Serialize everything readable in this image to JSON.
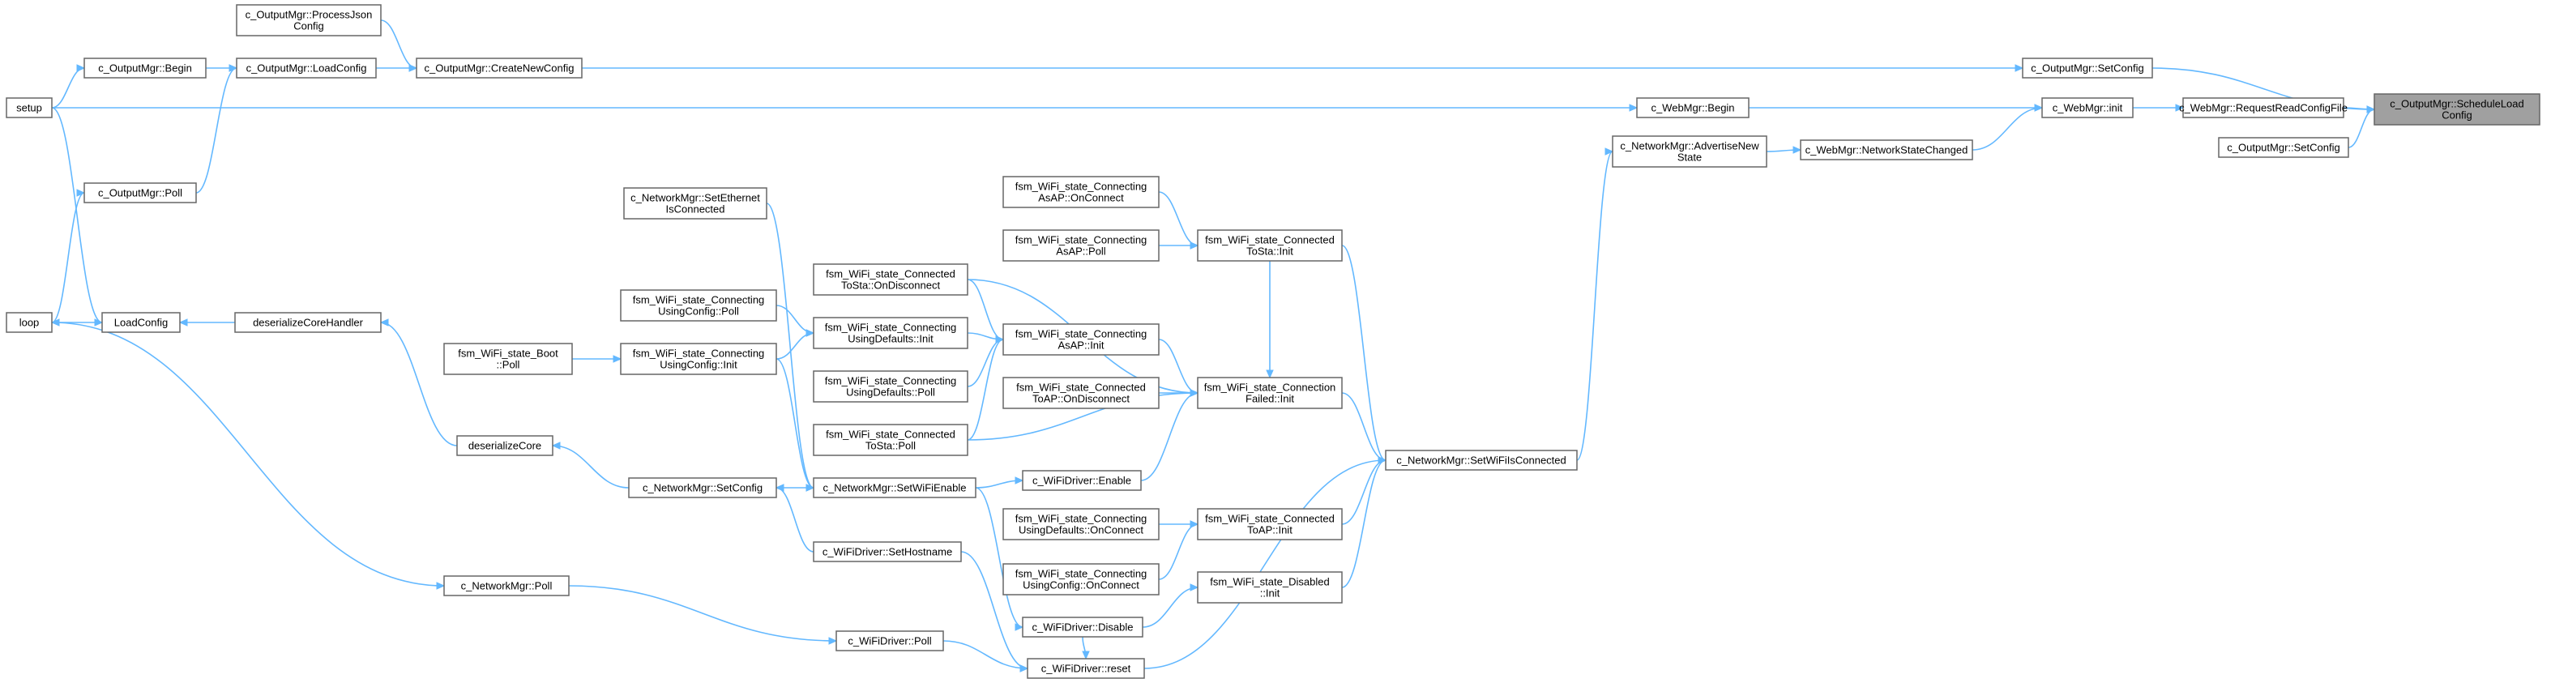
{
  "graph": {
    "title": "",
    "colors": {
      "edge": "#63b8ff",
      "node_border": "#666666",
      "root_fill": "#a0a0a0",
      "node_fill": "#ffffff"
    },
    "nodes": [
      {
        "id": "schedule",
        "lines": [
          "c_OutputMgr::ScheduleLoad",
          "Config"
        ],
        "root": true
      },
      {
        "id": "setconfig_top",
        "lines": [
          "c_OutputMgr::SetConfig"
        ]
      },
      {
        "id": "setconfig_right",
        "lines": [
          "c_OutputMgr::SetConfig"
        ]
      },
      {
        "id": "requestread",
        "lines": [
          "c_WebMgr::RequestReadConfigFile"
        ]
      },
      {
        "id": "webmgr_init",
        "lines": [
          "c_WebMgr::init"
        ]
      },
      {
        "id": "webmgr_begin",
        "lines": [
          "c_WebMgr::Begin"
        ]
      },
      {
        "id": "netstatechanged",
        "lines": [
          "c_WebMgr::NetworkStateChanged"
        ]
      },
      {
        "id": "advertise",
        "lines": [
          "c_NetworkMgr::AdvertiseNew",
          "State"
        ]
      },
      {
        "id": "setwifi_connected",
        "lines": [
          "c_NetworkMgr::SetWiFiIsConnected"
        ]
      },
      {
        "id": "createnew",
        "lines": [
          "c_OutputMgr::CreateNewConfig"
        ]
      },
      {
        "id": "processjson",
        "lines": [
          "c_OutputMgr::ProcessJson",
          "Config"
        ]
      },
      {
        "id": "loadconfig_om",
        "lines": [
          "c_OutputMgr::LoadConfig"
        ]
      },
      {
        "id": "om_begin",
        "lines": [
          "c_OutputMgr::Begin"
        ]
      },
      {
        "id": "om_poll",
        "lines": [
          "c_OutputMgr::Poll"
        ]
      },
      {
        "id": "setup",
        "lines": [
          "setup"
        ]
      },
      {
        "id": "loop",
        "lines": [
          "loop"
        ]
      },
      {
        "id": "loadconfig",
        "lines": [
          "LoadConfig"
        ]
      },
      {
        "id": "deser_handler",
        "lines": [
          "deserializeCoreHandler"
        ]
      },
      {
        "id": "deser_core",
        "lines": [
          "deserializeCore"
        ]
      },
      {
        "id": "nm_setconfig",
        "lines": [
          "c_NetworkMgr::SetConfig"
        ]
      },
      {
        "id": "nm_setwifienable",
        "lines": [
          "c_NetworkMgr::SetWiFiEnable"
        ]
      },
      {
        "id": "nm_seteth",
        "lines": [
          "c_NetworkMgr::SetEthernet",
          "IsConnected"
        ]
      },
      {
        "id": "nm_poll",
        "lines": [
          "c_NetworkMgr::Poll"
        ]
      },
      {
        "id": "wd_sethostname",
        "lines": [
          "c_WiFiDriver::SetHostname"
        ]
      },
      {
        "id": "wd_poll",
        "lines": [
          "c_WiFiDriver::Poll"
        ]
      },
      {
        "id": "wd_reset",
        "lines": [
          "c_WiFiDriver::reset"
        ]
      },
      {
        "id": "wd_enable",
        "lines": [
          "c_WiFiDriver::Enable"
        ]
      },
      {
        "id": "wd_disable",
        "lines": [
          "c_WiFiDriver::Disable"
        ]
      },
      {
        "id": "boot_poll",
        "lines": [
          "fsm_WiFi_state_Boot",
          "::Poll"
        ]
      },
      {
        "id": "cuc_poll",
        "lines": [
          "fsm_WiFi_state_Connecting",
          "UsingConfig::Poll"
        ]
      },
      {
        "id": "cuc_init",
        "lines": [
          "fsm_WiFi_state_Connecting",
          "UsingConfig::Init"
        ]
      },
      {
        "id": "cts_ondisconnect",
        "lines": [
          "fsm_WiFi_state_Connected",
          "ToSta::OnDisconnect"
        ]
      },
      {
        "id": "cud_init",
        "lines": [
          "fsm_WiFi_state_Connecting",
          "UsingDefaults::Init"
        ]
      },
      {
        "id": "cud_poll",
        "lines": [
          "fsm_WiFi_state_Connecting",
          "UsingDefaults::Poll"
        ]
      },
      {
        "id": "cts_poll",
        "lines": [
          "fsm_WiFi_state_Connected",
          "ToSta::Poll"
        ]
      },
      {
        "id": "caa_onconnect",
        "lines": [
          "fsm_WiFi_state_Connecting",
          "AsAP::OnConnect"
        ]
      },
      {
        "id": "caa_poll",
        "lines": [
          "fsm_WiFi_state_Connecting",
          "AsAP::Poll"
        ]
      },
      {
        "id": "caa_init",
        "lines": [
          "fsm_WiFi_state_Connecting",
          "AsAP::Init"
        ]
      },
      {
        "id": "cta_ondisconnect",
        "lines": [
          "fsm_WiFi_state_Connected",
          "ToAP::OnDisconnect"
        ]
      },
      {
        "id": "cts_init",
        "lines": [
          "fsm_WiFi_state_Connected",
          "ToSta::Init"
        ]
      },
      {
        "id": "cf_init",
        "lines": [
          "fsm_WiFi_state_Connection",
          "Failed::Init"
        ]
      },
      {
        "id": "cud_onconnect",
        "lines": [
          "fsm_WiFi_state_Connecting",
          "UsingDefaults::OnConnect"
        ]
      },
      {
        "id": "cuc_onconnect",
        "lines": [
          "fsm_WiFi_state_Connecting",
          "UsingConfig::OnConnect"
        ]
      },
      {
        "id": "cta_init",
        "lines": [
          "fsm_WiFi_state_Connected",
          "ToAP::Init"
        ]
      },
      {
        "id": "disabled_init",
        "lines": [
          "fsm_WiFi_state_Disabled",
          "::Init"
        ]
      }
    ],
    "edges": [
      [
        "setconfig_top",
        "schedule"
      ],
      [
        "setconfig_right",
        "schedule"
      ],
      [
        "requestread",
        "schedule"
      ],
      [
        "webmgr_init",
        "requestread"
      ],
      [
        "webmgr_begin",
        "webmgr_init"
      ],
      [
        "netstatechanged",
        "webmgr_init"
      ],
      [
        "advertise",
        "netstatechanged"
      ],
      [
        "setwifi_connected",
        "advertise"
      ],
      [
        "createnew",
        "setconfig_top"
      ],
      [
        "processjson",
        "createnew"
      ],
      [
        "loadconfig_om",
        "createnew"
      ],
      [
        "om_begin",
        "loadconfig_om"
      ],
      [
        "om_poll",
        "loadconfig_om"
      ],
      [
        "setup",
        "om_begin"
      ],
      [
        "setup",
        "webmgr_begin"
      ],
      [
        "setup",
        "loadconfig"
      ],
      [
        "loop",
        "om_poll"
      ],
      [
        "loop",
        "nm_poll"
      ],
      [
        "loadconfig",
        "loop"
      ],
      [
        "deser_handler",
        "loadconfig"
      ],
      [
        "deser_core",
        "deser_handler"
      ],
      [
        "nm_setconfig",
        "deser_core"
      ],
      [
        "nm_setwifienable",
        "nm_setconfig"
      ],
      [
        "wd_sethostname",
        "nm_setconfig"
      ],
      [
        "nm_seteth",
        "nm_setwifienable"
      ],
      [
        "cuc_init",
        "nm_setwifienable"
      ],
      [
        "boot_poll",
        "cuc_init"
      ],
      [
        "cuc_poll",
        "cud_init"
      ],
      [
        "cuc_init",
        "cud_init"
      ],
      [
        "cts_ondisconnect",
        "caa_init"
      ],
      [
        "cud_init",
        "caa_init"
      ],
      [
        "cud_poll",
        "caa_init"
      ],
      [
        "cts_poll",
        "caa_init"
      ],
      [
        "caa_onconnect",
        "cts_init"
      ],
      [
        "caa_poll",
        "cts_init"
      ],
      [
        "cts_ondisconnect",
        "cf_init"
      ],
      [
        "caa_init",
        "cf_init"
      ],
      [
        "cta_ondisconnect",
        "cf_init"
      ],
      [
        "cts_poll",
        "cf_init"
      ],
      [
        "cts_init",
        "cf_init"
      ],
      [
        "wd_enable",
        "cf_init"
      ],
      [
        "nm_setwifienable",
        "wd_enable"
      ],
      [
        "cf_init",
        "setwifi_connected"
      ],
      [
        "cts_init",
        "setwifi_connected"
      ],
      [
        "cta_init",
        "setwifi_connected"
      ],
      [
        "disabled_init",
        "setwifi_connected"
      ],
      [
        "wd_reset",
        "setwifi_connected"
      ],
      [
        "cud_onconnect",
        "cta_init"
      ],
      [
        "cuc_onconnect",
        "cta_init"
      ],
      [
        "wd_disable",
        "disabled_init"
      ],
      [
        "nm_setwifienable",
        "wd_disable"
      ],
      [
        "nm_poll",
        "wd_poll"
      ],
      [
        "wd_poll",
        "wd_reset"
      ],
      [
        "wd_sethostname",
        "wd_reset"
      ],
      [
        "wd_disable",
        "wd_reset"
      ]
    ]
  }
}
